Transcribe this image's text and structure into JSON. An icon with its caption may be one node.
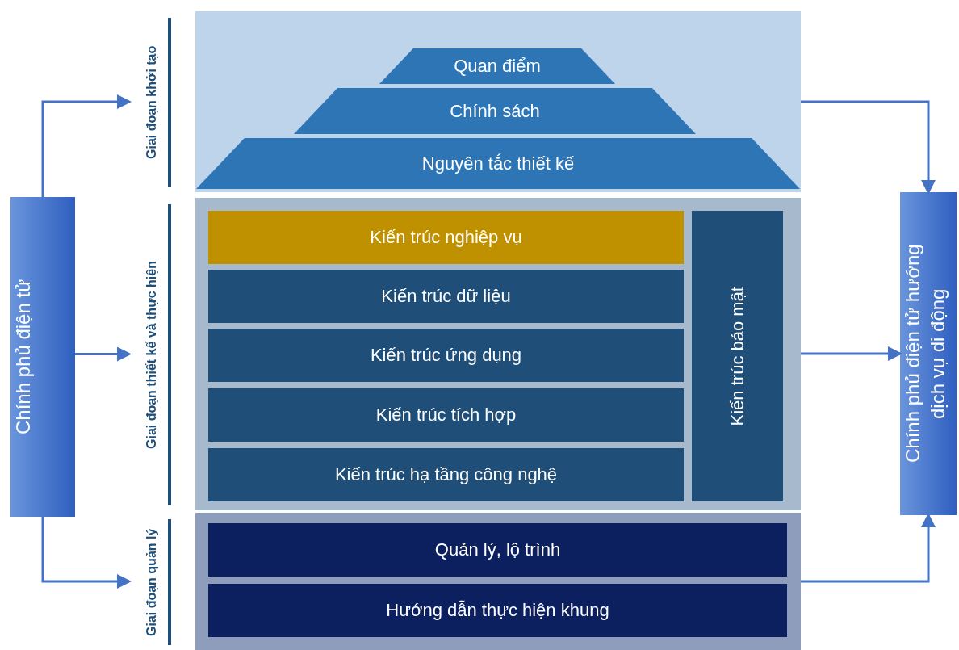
{
  "diagram": {
    "nodes": [
      {
        "text": [
          "Chính phủ điện tử"
        ]
      },
      {
        "text": [
          "Giai đoạn khởi tạo"
        ]
      },
      {
        "text": [
          "Quan điểm"
        ],
        "in": 1
      },
      {
        "text": [
          "Chính sách"
        ],
        "in": 1
      },
      {
        "text": [
          "Nguyên tắc thiết kế"
        ],
        "in": 1
      },
      {
        "text": [
          "Giai đoạn thiết kế và thực hiện"
        ]
      },
      {
        "text": [
          "Kiến trúc nghiệp vụ"
        ],
        "in": 5
      },
      {
        "text": [
          "Kiến trúc dữ liệu"
        ],
        "in": 5
      },
      {
        "text": [
          "Kiến trúc ứng dụng"
        ],
        "in": 5
      },
      {
        "text": [
          "Kiến trúc tích hợp"
        ],
        "in": 5
      },
      {
        "text": [
          "Kiến trúc hạ tầng công nghệ"
        ],
        "in": 5
      },
      {
        "text": [
          "Kiến trúc bảo mật"
        ],
        "in": 5
      },
      {
        "text": [
          "Giai đoạn quản lý"
        ]
      },
      {
        "text": [
          "Quản lý, lộ trình"
        ],
        "in": 12
      },
      {
        "text": [
          "Hướng dẫn thực hiện khung"
        ],
        "in": 12
      },
      {
        "text": [
          "Chính phủ điện tử hướng dịch vụ di động"
        ]
      }
    ],
    "edges": [
      {
        "from": 0,
        "to": 1,
        "arrow": "to"
      },
      {
        "from": 0,
        "to": 5,
        "arrow": "to"
      },
      {
        "from": 0,
        "to": 12,
        "arrow": "to"
      },
      {
        "from": 1,
        "to": 15,
        "arrow": "to"
      },
      {
        "from": 5,
        "to": 15,
        "arrow": "to"
      },
      {
        "from": 12,
        "to": 15,
        "arrow": "to"
      }
    ]
  }
}
